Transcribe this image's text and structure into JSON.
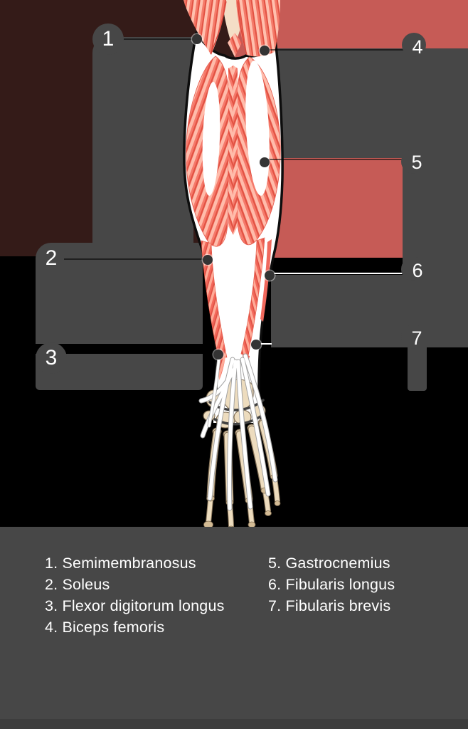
{
  "figure": {
    "callouts": [
      {
        "number": "1"
      },
      {
        "number": "2"
      },
      {
        "number": "3"
      },
      {
        "number": "4"
      },
      {
        "number": "5"
      },
      {
        "number": "6"
      },
      {
        "number": "7"
      }
    ]
  },
  "answer_key": {
    "left": [
      "1. Semimembranosus",
      "2. Soleus",
      "3. Flexor digitorum longus",
      "4. Biceps femoris"
    ],
    "right": [
      "5. Gastrocnemius",
      "6. Fibularis longus",
      "7. Fibularis brevis"
    ]
  },
  "colors": {
    "cover_gray": "#474747",
    "background_black": "#000000",
    "maroon_panel": "#341b18",
    "red_panel": "#c65b56",
    "footer_bottom_strip": "#3d3d3d",
    "text_white": "#ffffff",
    "leader_line_dark": "rgba(0,0,0,0.55)",
    "leader_line_white": "#ffffff",
    "muscle_red": "#f47a69",
    "muscle_highlight": "#ffc0ae",
    "muscle_shadow": "#e25243",
    "skin_tone": "#f4dec6",
    "bone_beige": "#eddcbe"
  }
}
